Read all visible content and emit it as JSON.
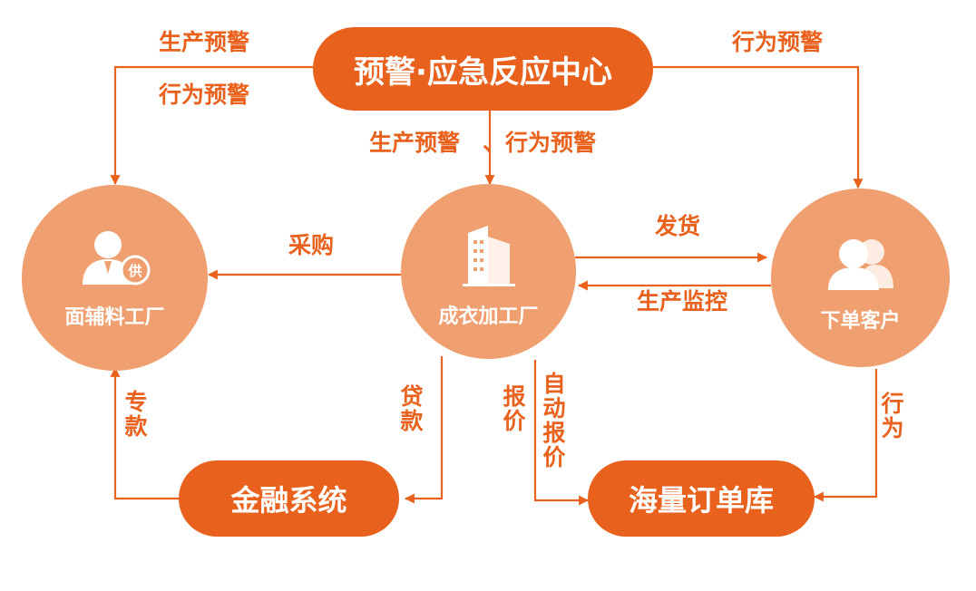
{
  "colors": {
    "accent": "#e9621d",
    "node_fill": "#f0a070",
    "text_on_node": "#ffffff",
    "background": "#ffffff"
  },
  "nodes": {
    "center": {
      "label": "预警·应急反应中心"
    },
    "fabric_factory": {
      "label": "面辅料工厂",
      "icon": "supplier-person-icon",
      "badge": "供"
    },
    "garment_factory": {
      "label": "成衣加工厂",
      "icon": "building-icon"
    },
    "customer": {
      "label": "下单客户",
      "icon": "users-icon"
    },
    "finance": {
      "label": "金融系统"
    },
    "order_pool": {
      "label": "海量订单库"
    }
  },
  "edges": {
    "center_to_fabric_1": "生产预警",
    "center_to_fabric_2": "行为预警",
    "center_to_customer": "行为预警",
    "center_to_garment_1": "生产预警",
    "center_to_garment_2": "、行为预警",
    "garment_to_fabric": "采购",
    "garment_to_customer": "发货",
    "customer_to_garment": "生产监控",
    "finance_to_fabric": "专款",
    "garment_to_finance": "贷款",
    "garment_to_orders_quote": "报价",
    "garment_to_orders_auto": "自动报价",
    "customer_to_orders": "行为"
  }
}
